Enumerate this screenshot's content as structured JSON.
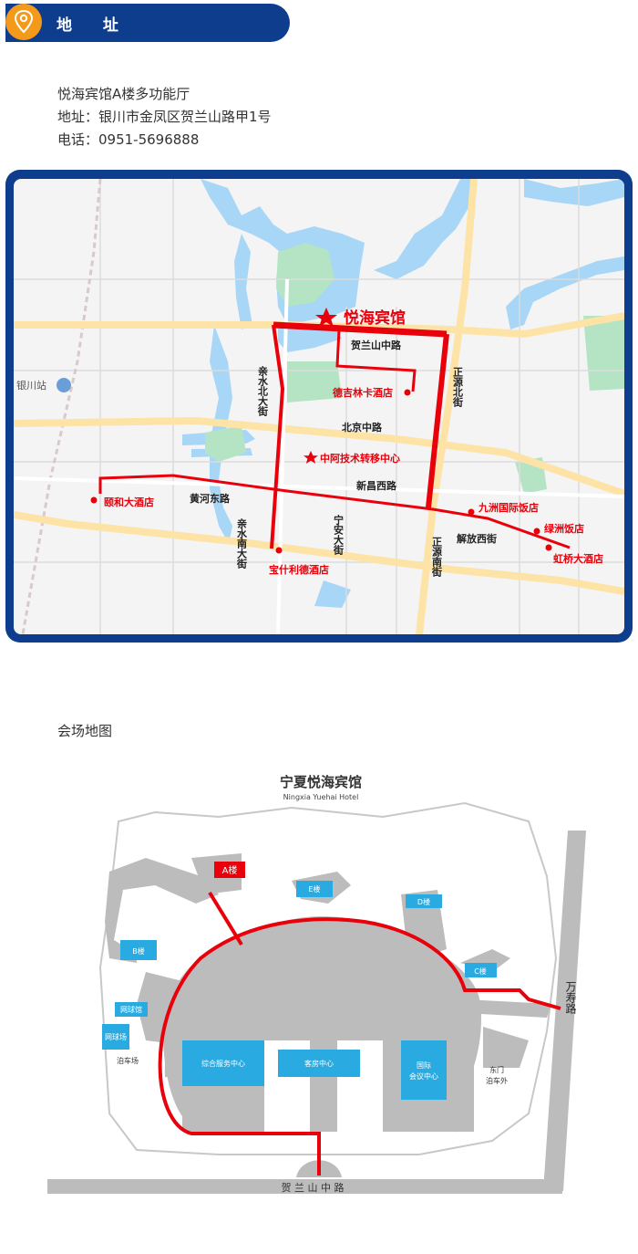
{
  "header": {
    "title": "地 址"
  },
  "address": {
    "venue": "悦海宾馆A楼多功能厅",
    "address": "地址：银川市金凤区贺兰山路甲1号",
    "phone": "电话：0951-5696888"
  },
  "map": {
    "hotel_label": "悦海宾馆",
    "station": "银川站",
    "streets": {
      "helanshan": "贺兰山中路",
      "beijing": "北京中路",
      "xinchang": "新昌西路",
      "huanghe": "黄河东路",
      "jiefang": "解放西街",
      "qinshui_north": "亲水北大街",
      "qinshui_south": "亲水南大街",
      "ningan": "宁安大街",
      "zhengyuan_north": "正源北街",
      "zhengyuan_south": "正源南街"
    },
    "pois": {
      "deji": "德吉林卡酒店",
      "zhonga": "中阿技术转移中心",
      "yihe": "颐和大酒店",
      "jiuzhou": "九洲国际饭店",
      "lvzhou": "绿洲饭店",
      "hongqiao": "虹桥大酒店",
      "baoshili": "宝什利德酒店"
    }
  },
  "venue_map": {
    "section_title": "会场地图",
    "title_cn": "宁夏悦海宾馆",
    "title_en": "Ningxia Yuehai Hotel",
    "buildings": {
      "a": "A楼",
      "b": "B楼",
      "c": "C楼",
      "d": "D楼",
      "e": "E楼",
      "tennis1": "网球馆",
      "tennis2": "网球场",
      "parking": "泊车场",
      "service": "综合服务中心",
      "guest": "客房中心",
      "conf1": "国际",
      "conf2": "会议中心",
      "east1": "东门",
      "east2": "泊车外"
    },
    "roads": {
      "wanshou": "万寿路",
      "helanshan": "贺 兰 山 中 路"
    }
  },
  "colors": {
    "navy": "#0d3d8c",
    "orange": "#f49a1a",
    "route": "#e8000b",
    "water": "#a7d6f7",
    "park": "#b4e4c4",
    "road": "#fde3a6",
    "building": "#29abe2",
    "gray": "#bcbcbc"
  }
}
